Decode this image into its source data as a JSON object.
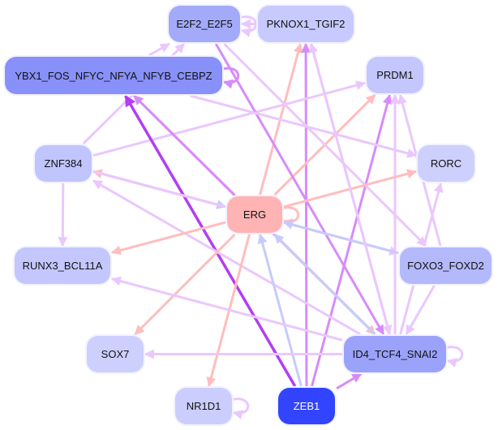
{
  "graph": {
    "title": "Gene regulatory network",
    "nodes": [
      {
        "id": "E2F2_E2F5",
        "label": "E2F2_E2F5",
        "color": "#a3aafa",
        "text": "#111111"
      },
      {
        "id": "PKNOX1_TGIF2",
        "label": "PKNOX1_TGIF2",
        "color": "#c6caff",
        "text": "#111111"
      },
      {
        "id": "YBX1",
        "label": "YBX1_FOS_NFYC_NFYA_NFYB_CEBPZ",
        "color": "#8890fa",
        "text": "#111111"
      },
      {
        "id": "PRDM1",
        "label": "PRDM1",
        "color": "#c3c7fd",
        "text": "#111111"
      },
      {
        "id": "ZNF384",
        "label": "ZNF384",
        "color": "#c0c5fd",
        "text": "#111111"
      },
      {
        "id": "RORC",
        "label": "RORC",
        "color": "#cdd0fd",
        "text": "#111111"
      },
      {
        "id": "ERG",
        "label": "ERG",
        "color": "#ffb3b3",
        "text": "#111111"
      },
      {
        "id": "RUNX3",
        "label": "RUNX3_BCL11A",
        "color": "#c3c7fd",
        "text": "#111111"
      },
      {
        "id": "FOXO3",
        "label": "FOXO3_FOXD2",
        "color": "#b3b9fb",
        "text": "#111111"
      },
      {
        "id": "SOX7",
        "label": "SOX7",
        "color": "#cdd0fd",
        "text": "#111111"
      },
      {
        "id": "ID4",
        "label": "ID4_TCF4_SNAI2",
        "color": "#9aa2fa",
        "text": "#111111"
      },
      {
        "id": "NR1D1",
        "label": "NR1D1",
        "color": "#cbcefd",
        "text": "#111111"
      },
      {
        "id": "ZEB1",
        "label": "ZEB1",
        "color": "#3344ff",
        "text": "#ffffff"
      }
    ],
    "edge_colors": {
      "pink": "#ffbdbd",
      "lavender": "#eac7fd",
      "violet": "#d78bfb",
      "purple": "#b33df5",
      "blue": "#c6cbfc"
    },
    "edges": [
      {
        "from": "YBX1",
        "to": "E2F2_E2F5",
        "color": "lavender"
      },
      {
        "from": "E2F2_E2F5",
        "to": "E2F2_E2F5",
        "color": "lavender",
        "self": true
      },
      {
        "from": "PKNOX1_TGIF2",
        "to": "E2F2_E2F5",
        "color": "lavender"
      },
      {
        "from": "YBX1",
        "to": "YBX1",
        "color": "violet",
        "self": true
      },
      {
        "from": "ZNF384",
        "to": "E2F2_E2F5",
        "color": "lavender"
      },
      {
        "from": "ERG",
        "to": "PKNOX1_TGIF2",
        "color": "pink"
      },
      {
        "from": "ZEB1",
        "to": "PKNOX1_TGIF2",
        "color": "violet"
      },
      {
        "from": "ID4",
        "to": "PKNOX1_TGIF2",
        "color": "lavender"
      },
      {
        "from": "ZNF384",
        "to": "PRDM1",
        "color": "lavender"
      },
      {
        "from": "ERG",
        "to": "PRDM1",
        "color": "pink"
      },
      {
        "from": "ZEB1",
        "to": "PRDM1",
        "color": "violet"
      },
      {
        "from": "ID4",
        "to": "PRDM1",
        "color": "lavender"
      },
      {
        "from": "FOXO3",
        "to": "PRDM1",
        "color": "lavender"
      },
      {
        "from": "ZEB1",
        "to": "YBX1",
        "color": "purple"
      },
      {
        "from": "ERG",
        "to": "YBX1",
        "color": "pink"
      },
      {
        "from": "ID4",
        "to": "YBX1",
        "color": "violet"
      },
      {
        "from": "E2F2_E2F5",
        "to": "ID4",
        "color": "violet"
      },
      {
        "from": "E2F2_E2F5",
        "to": "FOXO3",
        "color": "lavender"
      },
      {
        "from": "YBX1",
        "to": "RORC",
        "color": "lavender"
      },
      {
        "from": "ZNF384",
        "to": "ERG",
        "color": "blue"
      },
      {
        "from": "ERG",
        "to": "ZNF384",
        "color": "pink"
      },
      {
        "from": "ID4",
        "to": "ZNF384",
        "color": "lavender"
      },
      {
        "from": "ZNF384",
        "to": "RUNX3",
        "color": "lavender"
      },
      {
        "from": "ZNF384",
        "to": "FOXO3",
        "color": "lavender"
      },
      {
        "from": "ERG",
        "to": "RORC",
        "color": "pink"
      },
      {
        "from": "ID4",
        "to": "RORC",
        "color": "lavender"
      },
      {
        "from": "ERG",
        "to": "ERG",
        "color": "pink",
        "self": true
      },
      {
        "from": "ERG",
        "to": "RUNX3",
        "color": "pink"
      },
      {
        "from": "ERG",
        "to": "SOX7",
        "color": "pink"
      },
      {
        "from": "ERG",
        "to": "NR1D1",
        "color": "pink"
      },
      {
        "from": "ERG",
        "to": "ID4",
        "color": "pink"
      },
      {
        "from": "FOXO3",
        "to": "ERG",
        "color": "blue"
      },
      {
        "from": "ZEB1",
        "to": "ERG",
        "color": "blue"
      },
      {
        "from": "ID4",
        "to": "ERG",
        "color": "blue"
      },
      {
        "from": "FOXO3",
        "to": "ID4",
        "color": "lavender"
      },
      {
        "from": "ID4",
        "to": "RUNX3",
        "color": "lavender"
      },
      {
        "from": "ID4",
        "to": "SOX7",
        "color": "lavender"
      },
      {
        "from": "ID4",
        "to": "ID4",
        "color": "lavender",
        "self": true
      },
      {
        "from": "ZEB1",
        "to": "ID4",
        "color": "violet"
      },
      {
        "from": "NR1D1",
        "to": "NR1D1",
        "color": "lavender",
        "self": true
      },
      {
        "from": "PKNOX1_TGIF2",
        "to": "ID4",
        "color": "lavender"
      }
    ]
  }
}
